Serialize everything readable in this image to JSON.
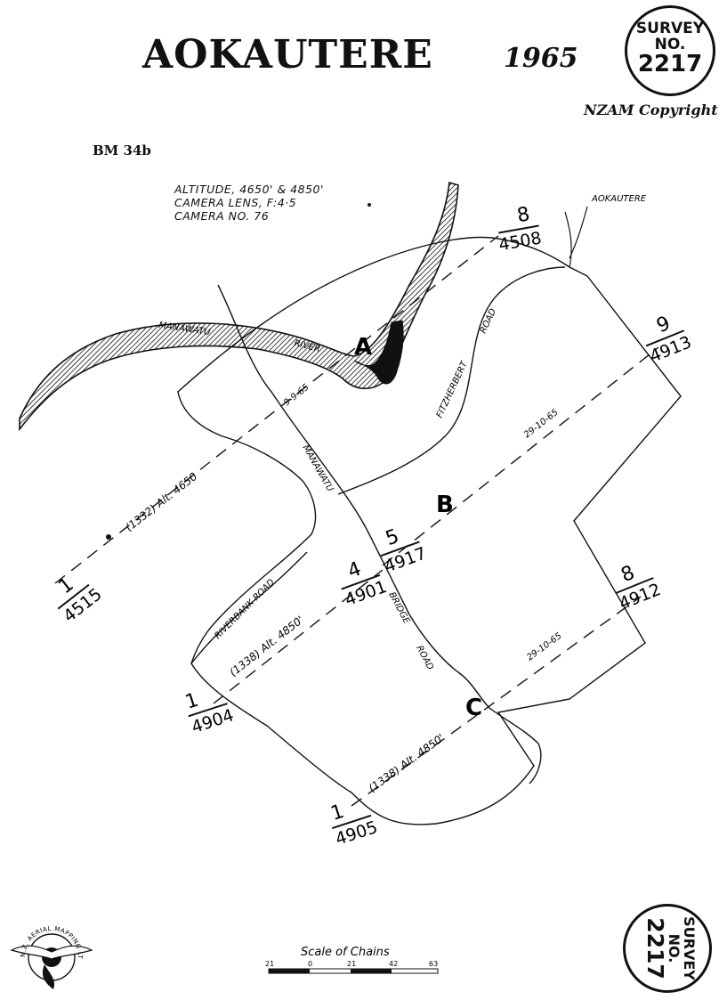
{
  "header": {
    "title": "AOKAUTERE",
    "year": "1965",
    "copyright": "NZAM Copyright",
    "benchmark": "BM 34b"
  },
  "survey_seal_top": {
    "line1": "SURVEY",
    "line2": "NO.",
    "line3": "2217"
  },
  "survey_seal_bottom": {
    "line1": "SURVEY",
    "line2": "NO.",
    "line3": "2217"
  },
  "flight_info": {
    "altitude": "ALTITUDE, 4650' & 4850'",
    "lens": "CAMERA LENS, F:4·5",
    "camera": "CAMERA NO. 76"
  },
  "place_labels": {
    "aokautere": "AOKAUTERE",
    "manawatu_river": "MANAWATU",
    "river": "RIVER",
    "manawatu_road": "MANAWATU",
    "fitzherbert": "FITZHERBERT",
    "road_fitz": "ROAD",
    "riverbank": "RIVERBANK ROAD",
    "bridge": "BRIDGE",
    "road_bridge": "ROAD"
  },
  "runs": {
    "a": "A",
    "b": "B",
    "c": "C",
    "date_a": "9-9-65",
    "date_b": "29-10-65",
    "date_c": "29-10-65",
    "alt_a": "(1332) Alt. 4650",
    "alt_b": "(1338) Alt. 4850'",
    "alt_c": "(1338) Alt. 4850'"
  },
  "photo_labels": {
    "p1_top": "1",
    "p1_bot": "4515",
    "p2_top": "8",
    "p2_bot": "4508",
    "p3_top": "9",
    "p3_bot": "4913",
    "p4_top": "5",
    "p4_bot": "4917",
    "p5_top": "4",
    "p5_bot": "4901",
    "p6_top": "1",
    "p6_bot": "4904",
    "p7_top": "8",
    "p7_bot": "4912",
    "p8_top": "1",
    "p8_bot": "4905"
  },
  "scale": {
    "title": "Scale of Chains",
    "ticks": [
      "21",
      "0",
      "21",
      "42",
      "63"
    ]
  },
  "logo": {
    "text": "N.Z. AERIAL MAPPING LTD."
  },
  "colors": {
    "ink": "#111111",
    "paper": "#ffffff"
  }
}
